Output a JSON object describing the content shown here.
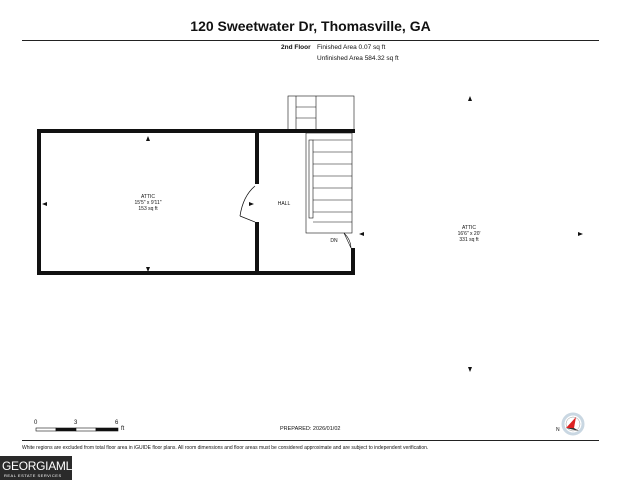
{
  "header": {
    "title": "120 Sweetwater Dr, Thomasville, GA",
    "floor": "2nd Floor",
    "finished_area": "Finished Area 0.07 sq ft",
    "unfinished_area": "Unfinished Area 584.32 sq ft"
  },
  "rooms": {
    "attic_west": {
      "name": "ATTIC",
      "dims": "15'5\" x 9'11\"",
      "area": "153 sq ft"
    },
    "hall": {
      "name": "HALL"
    },
    "stairs": {
      "label": "DN"
    },
    "attic_east": {
      "name": "ATTIC",
      "dims": "16'6\" x 20'",
      "area": "331 sq ft"
    }
  },
  "scale": {
    "ticks": [
      "0",
      "3",
      "6"
    ],
    "unit": "ft"
  },
  "prepared": "PREPARED: 2026/01/02",
  "disclaimer": "White regions are excluded from total floor area in iGUIDE floor plans. All room dimensions and floor areas must be considered approximate and are subject to independent verification.",
  "logo": {
    "main": "GEORGIAMLS",
    "sub": "REAL ESTATE SERVICES"
  },
  "compass": {
    "label": "N"
  }
}
